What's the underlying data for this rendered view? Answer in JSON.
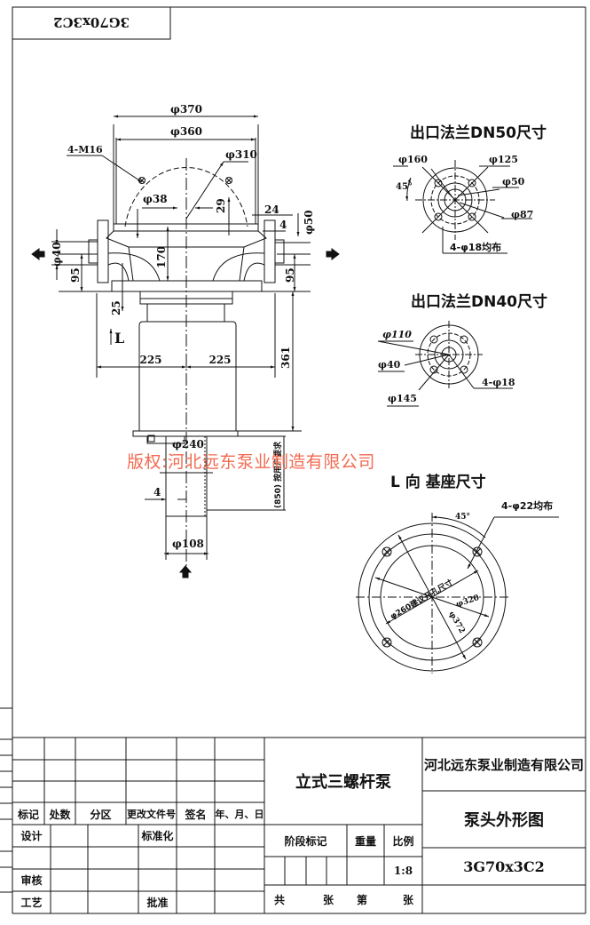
{
  "drawing": {
    "model_stamp_inverted": "3G70x3C2",
    "main_view": {
      "dims": {
        "d370": "φ370",
        "d360": "φ360",
        "bolts": "4-M16",
        "d310": "φ310",
        "d38": "φ38",
        "dim29": "29",
        "dim24": "24",
        "dim4_top": "4",
        "d50": "φ50",
        "d40": "φ40",
        "dim95_left": "95",
        "dim95_right": "95",
        "dim170": "170",
        "dim25": "25",
        "view_L": "L",
        "dim225_left": "225",
        "dim225_right": "225",
        "dim361": "361",
        "d240": "φ240",
        "dim4_bottom": "4",
        "dim850": "(850) 按用户要求",
        "d108": "φ108"
      }
    },
    "flange_dn50": {
      "title": "出口法兰DN50尺寸",
      "d160": "φ160",
      "d125": "φ125",
      "angle": "45°",
      "d50": "φ50",
      "d87": "φ87",
      "holes": "4-φ18均布"
    },
    "flange_dn40": {
      "title": "出口法兰DN40尺寸",
      "d110": "φ110",
      "d40": "φ40",
      "d145": "φ145",
      "holes": "4-φ18"
    },
    "base_view": {
      "title": "L 向  基座尺寸",
      "angle": "45°",
      "holes": "4-φ22均布",
      "d260": "φ260建议开孔尺寸",
      "d320": "φ320",
      "d372": "φ372"
    },
    "watermark": "版权:河北远东泵业制造有限公司",
    "watermark_color": "#f26a50",
    "line_color": "#111111"
  },
  "title_block": {
    "rev_headers": [
      "标记",
      "处数",
      "分区",
      "更改文件号",
      "签名",
      "年、月、日"
    ],
    "design": "设计",
    "standardize": "标准化",
    "review": "审核",
    "process": "工艺",
    "approve": "批准",
    "product_name": "立式三螺杆泵",
    "stage_mark": "阶段标记",
    "weight": "重量",
    "scale_label": "比例",
    "scale_value": "1:8",
    "total_sheets": "共",
    "sheet_word1": "张",
    "sheet_no": "第",
    "sheet_word2": "张",
    "company": "河北远东泵业制造有限公司",
    "drawing_name": "泵头外形图",
    "model": "3G70x3C2"
  }
}
